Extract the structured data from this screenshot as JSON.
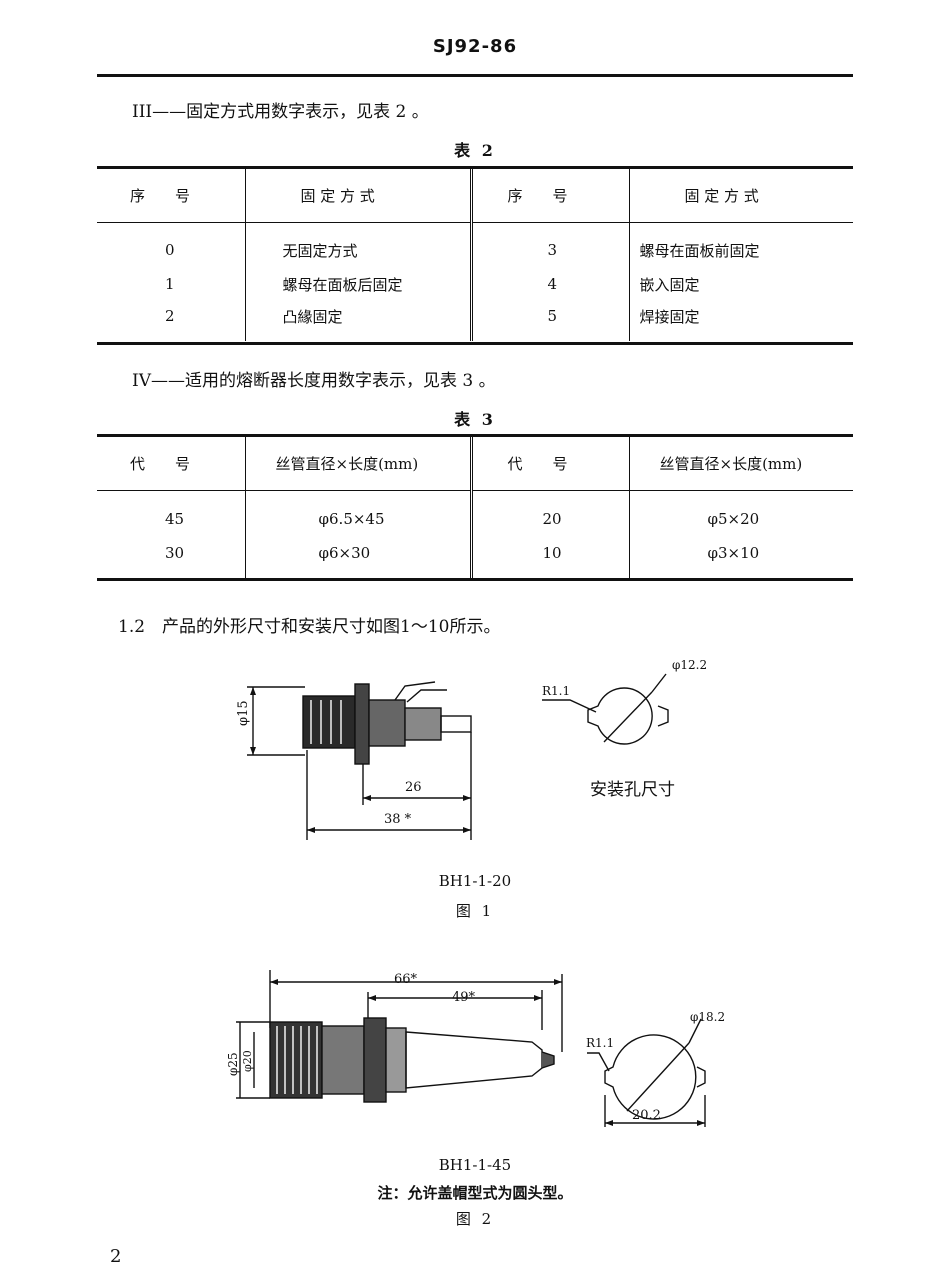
{
  "header": {
    "code": "SJ92-86"
  },
  "section_iii": {
    "text": "III——固定方式用数字表示，见表 2 。"
  },
  "table2": {
    "caption": "表 2",
    "headers": [
      "序　　号",
      "固 定 方 式",
      "序　　号",
      "固 定 方 式"
    ],
    "rows": [
      [
        "0",
        "无固定方式",
        "3",
        "螺母在面板前固定"
      ],
      [
        "1",
        "螺母在面板后固定",
        "4",
        "嵌入固定"
      ],
      [
        "2",
        "凸緣固定",
        "5",
        "焊接固定"
      ]
    ]
  },
  "section_iv": {
    "text": "IV——适用的熔断器长度用数字表示，见表 3 。"
  },
  "table3": {
    "caption": "表 3",
    "headers": [
      "代　　号",
      "丝管直径×长度(mm)",
      "代　　号",
      "丝管直径×长度(mm)"
    ],
    "rows": [
      [
        "45",
        "φ6.5×45",
        "20",
        "φ5×20"
      ],
      [
        "30",
        "φ6×30",
        "10",
        "φ3×10"
      ]
    ]
  },
  "section_1_2": {
    "text": "1.2　产品的外形尺寸和安装尺寸如图1～10所示。"
  },
  "figure1": {
    "dim_diameter": "φ15",
    "dim_26": "26",
    "dim_38": "38 *",
    "hole_r": "R1.1",
    "hole_d": "φ12.2",
    "hole_caption": "安装孔尺寸",
    "model": "BH1-1-20",
    "label": "图 1"
  },
  "figure2": {
    "dim_66": "66*",
    "dim_49": "49*",
    "dim_d1": "φ25",
    "dim_d2": "φ20",
    "hole_r": "R1.1",
    "hole_d": "φ18.2",
    "hole_w": "20.2",
    "model": "BH1-1-45",
    "note": "注：允许盖帽型式为圆头型。",
    "label": "图 2"
  },
  "footer": {
    "page_number": "2"
  }
}
